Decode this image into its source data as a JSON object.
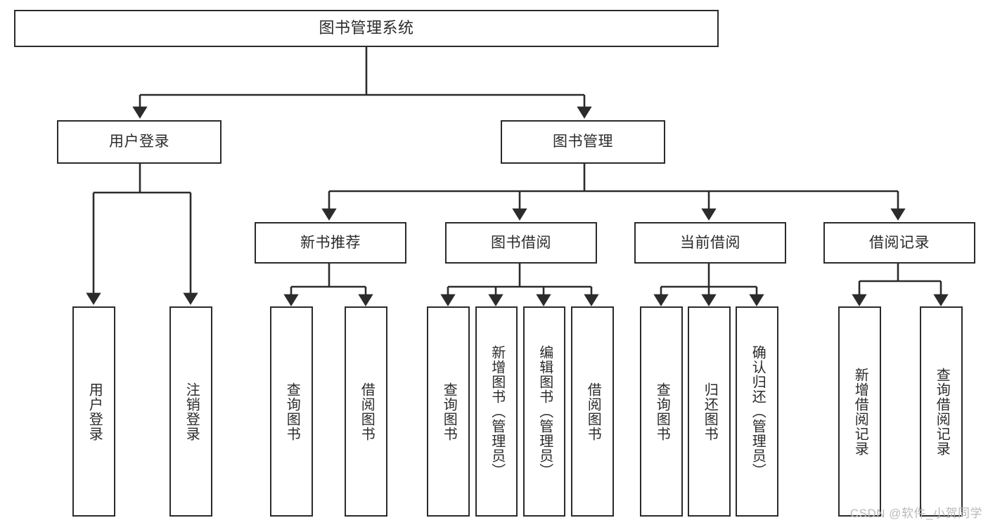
{
  "diagram": {
    "type": "hierarchy-tree",
    "title": "图书管理系统",
    "watermark": "CSDN @软件_小贺同学",
    "colors": {
      "stroke": "#2b2b2b",
      "fill": "#ffffff",
      "text": "#2b2b2b",
      "watermark": "#b9b9b9"
    },
    "nodes": {
      "root": {
        "label": "图书管理系统",
        "orientation": "horizontal"
      },
      "level2": [
        {
          "id": "user-login",
          "label": "用户登录",
          "orientation": "horizontal"
        },
        {
          "id": "book-management",
          "label": "图书管理",
          "orientation": "horizontal"
        }
      ],
      "level3": [
        {
          "id": "new-book-recommend",
          "label": "新书推荐",
          "orientation": "horizontal"
        },
        {
          "id": "book-borrow",
          "label": "图书借阅",
          "orientation": "horizontal"
        },
        {
          "id": "current-borrow",
          "label": "当前借阅",
          "orientation": "horizontal"
        },
        {
          "id": "borrow-record",
          "label": "借阅记录",
          "orientation": "horizontal"
        }
      ],
      "leaves": [
        {
          "id": "leaf-user-login",
          "label": "用户登录",
          "parent": "user-login",
          "orientation": "vertical"
        },
        {
          "id": "leaf-user-logout",
          "label": "注销登录",
          "parent": "user-login",
          "orientation": "vertical"
        },
        {
          "id": "leaf-query-book-1",
          "label": "查询图书",
          "parent": "new-book-recommend",
          "orientation": "vertical"
        },
        {
          "id": "leaf-borrow-book-1",
          "label": "借阅图书",
          "parent": "new-book-recommend",
          "orientation": "vertical"
        },
        {
          "id": "leaf-query-book-2",
          "label": "查询图书",
          "parent": "book-borrow",
          "orientation": "vertical"
        },
        {
          "id": "leaf-add-book",
          "label": "新增图书（管理员）",
          "parent": "book-borrow",
          "orientation": "vertical"
        },
        {
          "id": "leaf-edit-book",
          "label": "编辑图书（管理员）",
          "parent": "book-borrow",
          "orientation": "vertical"
        },
        {
          "id": "leaf-borrow-book-2",
          "label": "借阅图书",
          "parent": "book-borrow",
          "orientation": "vertical"
        },
        {
          "id": "leaf-query-book-3",
          "label": "查询图书",
          "parent": "current-borrow",
          "orientation": "vertical"
        },
        {
          "id": "leaf-return-book",
          "label": "归还图书",
          "parent": "current-borrow",
          "orientation": "vertical"
        },
        {
          "id": "leaf-confirm-return",
          "label": "确认归还（管理员）",
          "parent": "current-borrow",
          "orientation": "vertical"
        },
        {
          "id": "leaf-add-record",
          "label": "新增借阅记录",
          "parent": "borrow-record",
          "orientation": "vertical"
        },
        {
          "id": "leaf-query-record",
          "label": "查询借阅记录",
          "parent": "borrow-record",
          "orientation": "vertical"
        }
      ]
    }
  }
}
